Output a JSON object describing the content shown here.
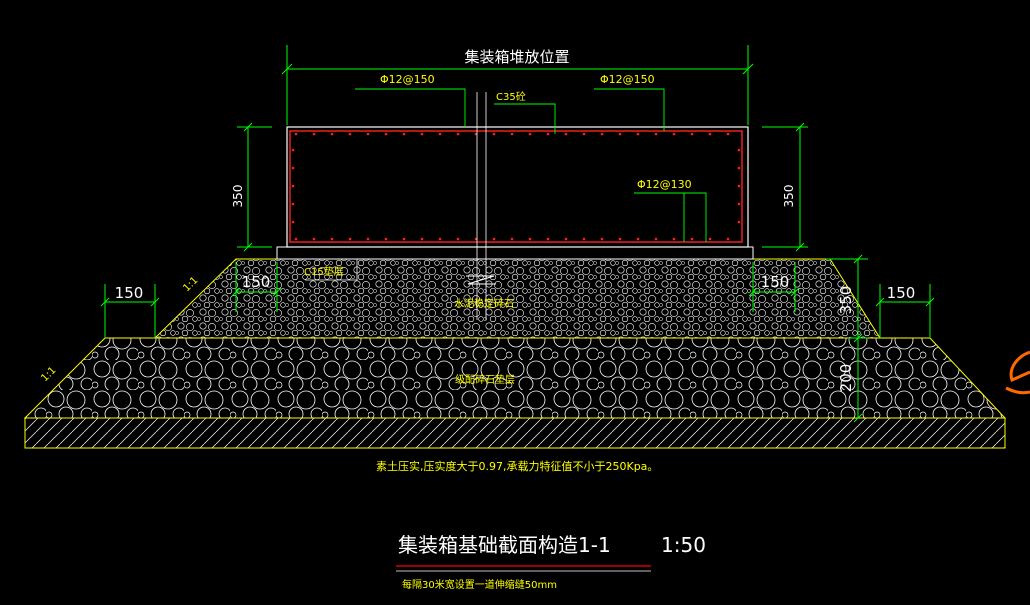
{
  "drawing": {
    "colors": {
      "background": "#000000",
      "dimension": "#00ff00",
      "outline": "#ffffff",
      "rebar": "#ff2020",
      "subgrade": "#ffff00",
      "leader": "#00ff00",
      "title_rule": "#ff0000",
      "partial_mark": "#ff6a00"
    },
    "top_label": "集装箱堆放位置",
    "rebar_labels": {
      "top_left": "Φ12@150",
      "top_right": "Φ12@150",
      "inner": "Φ12@130"
    },
    "concrete_label": "C35砼",
    "cushion_label": "C15垫层",
    "dims": {
      "slab_height_left": "350",
      "slab_height_right": "350",
      "offset_outer_left": "150",
      "offset_inner_left": "150",
      "offset_inner_right": "150",
      "offset_outer_right": "150",
      "gravel_height": "350",
      "stone_height": "200"
    },
    "slope_labels": {
      "upper": "1:1",
      "lower": "1:1"
    },
    "layer_labels": {
      "gravel": "水泥稳定碎石",
      "stone": "级配碎石垫层"
    },
    "soil_note": "素土压实,压实度大于0.97,承载力特征值不小于250Kpa。",
    "title": "集装箱基础截面构造1-1",
    "scale": "1:50",
    "footnote": "每隔30米宽设置一道伸缩缝50mm"
  }
}
